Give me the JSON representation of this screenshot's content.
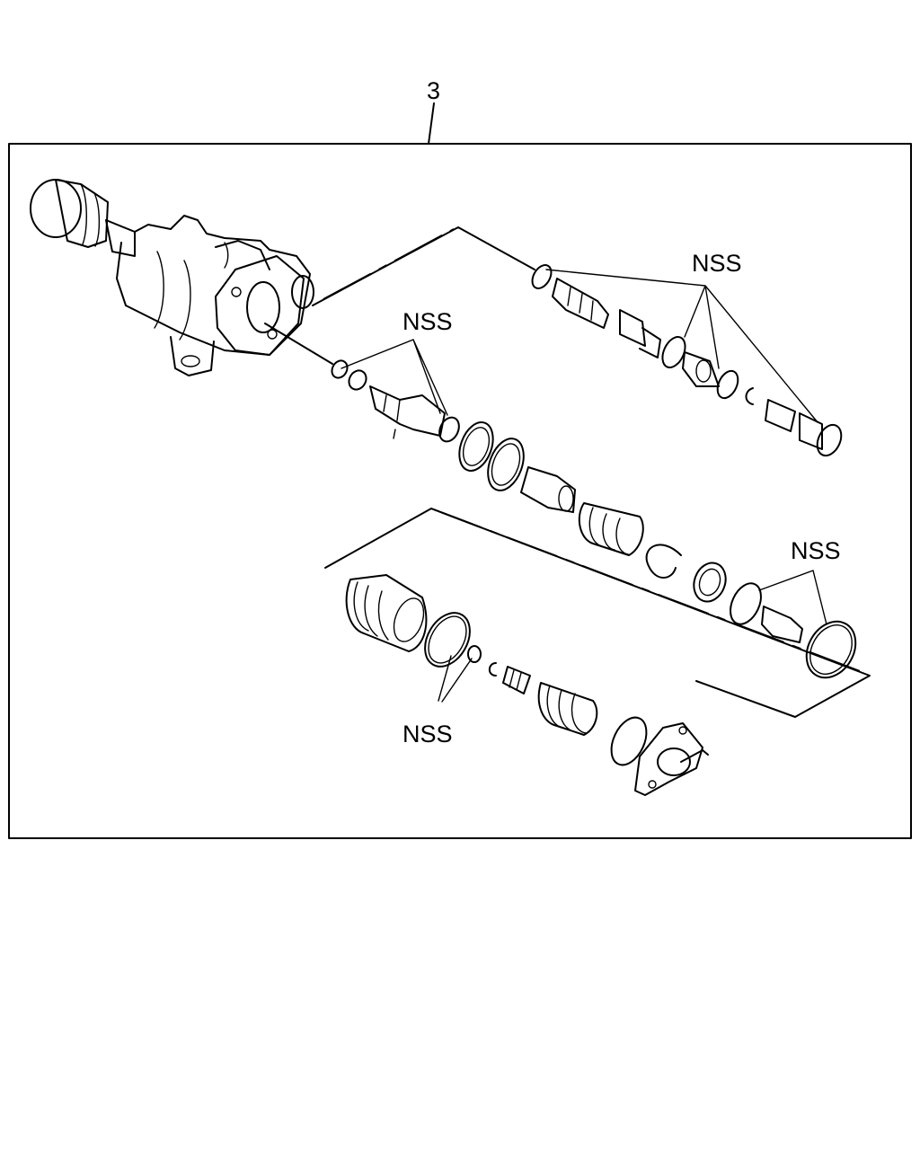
{
  "callouts": {
    "assembly_number": "3",
    "nss_1": "NSS",
    "nss_2": "NSS",
    "nss_3": "NSS",
    "nss_4": "NSS"
  },
  "colors": {
    "line": "#000000",
    "background": "#ffffff"
  }
}
